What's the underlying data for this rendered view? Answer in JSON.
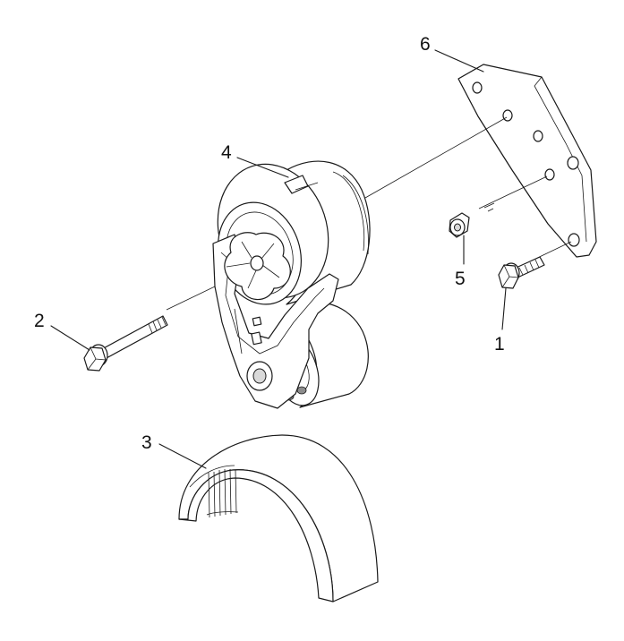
{
  "diagram": {
    "callouts": [
      {
        "id": "1",
        "label": "1",
        "part": "flange-bolt-short"
      },
      {
        "id": "2",
        "label": "2",
        "part": "flange-bolt-long"
      },
      {
        "id": "3",
        "label": "3",
        "part": "ribbed-drive-belt-segment"
      },
      {
        "id": "4",
        "label": "4",
        "part": "belt-tensioner-assembly"
      },
      {
        "id": "5",
        "label": "5",
        "part": "spacer-sleeve"
      },
      {
        "id": "6",
        "label": "6",
        "part": "mounting-bracket-plate"
      }
    ],
    "colors": {
      "line": "#1a1a1a",
      "fill": "#ffffff",
      "shade": "#d9d9d9"
    }
  }
}
